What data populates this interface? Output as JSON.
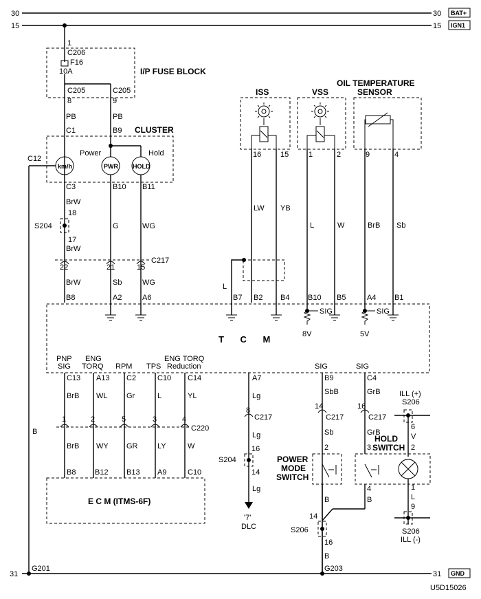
{
  "rails": {
    "bat_left": "30",
    "bat_right": "30",
    "bat_tag": "BAT+",
    "ign_left": "15",
    "ign_right": "15",
    "ign_tag": "IGN1",
    "gnd_left": "31",
    "gnd_right": "31",
    "gnd_tag": "GND"
  },
  "fuse": {
    "conn_in": "C206",
    "pin_in": "1",
    "name": "F16",
    "rating": "10A",
    "block": "I/P FUSE BLOCK",
    "conn_out_a": "C205",
    "pin_out_a": "8",
    "conn_out_b": "C205",
    "pin_out_b": "9"
  },
  "cluster": {
    "title": "CLUSTER",
    "w1": "PB",
    "w2": "PB",
    "c1": "C1",
    "b9": "B9",
    "power_label": "Power",
    "hold_label": "Hold",
    "c12": "C12",
    "kmh": "km/h",
    "pwr": "PWR",
    "hold": "HOLD",
    "c3": "C3",
    "b10": "B10",
    "b11": "B11",
    "w_brw1": "BrW",
    "w_g": "G",
    "w_wg": "WG",
    "w_brw2": "BrW",
    "s204": "S204",
    "s204_p1": "18",
    "s204_p2": "17"
  },
  "c217_top": {
    "conn": "C217",
    "p22": "22",
    "p21": "21",
    "p15": "15",
    "w_brw": "BrW",
    "w_sb": "Sb",
    "w_wg": "WG",
    "b8": "B8",
    "a2": "A2",
    "a6": "A6"
  },
  "iss": {
    "title": "ISS",
    "p16": "16",
    "p15": "15",
    "w_lw": "LW",
    "w_yb": "YB",
    "w_l": "L",
    "b7": "B7",
    "b2": "B2",
    "b4": "B4"
  },
  "vss": {
    "title": "VSS",
    "p1": "1",
    "p2": "2",
    "w_l": "L",
    "w_w": "W",
    "b10": "B10",
    "b5": "B5",
    "sig": "SIG",
    "v8": "8V"
  },
  "ots": {
    "title1": "OIL TEMPERATURE",
    "title2": "SENSOR",
    "p9": "9",
    "p4": "4",
    "w_brb": "BrB",
    "w_sb": "Sb",
    "a4": "A4",
    "b1": "B1",
    "sig": "SIG",
    "v5": "5V"
  },
  "tcm": {
    "title": "T C M",
    "pnp1": "PNP",
    "pnp2": "SIG",
    "eng1": "ENG",
    "eng2": "TORQ",
    "rpm": "RPM",
    "tps": "TPS",
    "engr1": "ENG TORQ",
    "engr2": "Reduction",
    "sig1": "SIG",
    "sig2": "SIG",
    "c13": "C13",
    "a13": "A13",
    "c2": "C2",
    "c10": "C10",
    "c14": "C14",
    "a7": "A7",
    "b9": "B9",
    "c4": "C4"
  },
  "lower": {
    "w_brb": "BrB",
    "w_wl": "WL",
    "w_gr": "Gr",
    "w_l": "L",
    "w_yl": "YL",
    "c220": "C220",
    "p1": "1",
    "p2": "2",
    "p5": "5",
    "p3": "3",
    "p4": "4",
    "w_brb2": "BrB",
    "w_wy": "WY",
    "w_gr2": "GR",
    "w_ly": "LY",
    "w_w": "W",
    "b8": "B8",
    "b12": "B12",
    "b13": "B13",
    "a9": "A9",
    "c10": "C10",
    "ecm": "E C M (ITMS-6F)",
    "w_lg": "Lg",
    "p8": "8",
    "c217": "C217",
    "w_lg2": "Lg",
    "s204": "S204",
    "s204_p1": "16",
    "s204_p2": "14",
    "w_lg3": "Lg",
    "dlc1": "'7'",
    "dlc2": "DLC",
    "w_b": "B"
  },
  "switches": {
    "w_sbb": "SbB",
    "w_grb": "GrB",
    "p14": "14",
    "c217a": "C217",
    "p16": "16",
    "c217b": "C217",
    "w_sb": "Sb",
    "w_grb2": "GrB",
    "ill_plus": "ILL (+)",
    "s206_top": "S206",
    "p6": "6",
    "w_v": "V",
    "p2a": "2",
    "p3": "3",
    "p2b": "2",
    "hold1": "HOLD",
    "hold2": "SWITCH",
    "pm1": "POWER",
    "pm2": "MODE",
    "pm3": "SWITCH",
    "p4": "4",
    "p1": "1",
    "w_b1": "B",
    "w_b2": "B",
    "w_l": "L",
    "p9": "9",
    "s206_bot": "S206",
    "ill_minus": "ILL (-)",
    "s206_mid": "S206",
    "p14b": "14",
    "p16b": "16",
    "w_b3": "B"
  },
  "grounds": {
    "g201": "G201",
    "g203": "G203"
  },
  "footer": {
    "code": "U5D15026"
  }
}
